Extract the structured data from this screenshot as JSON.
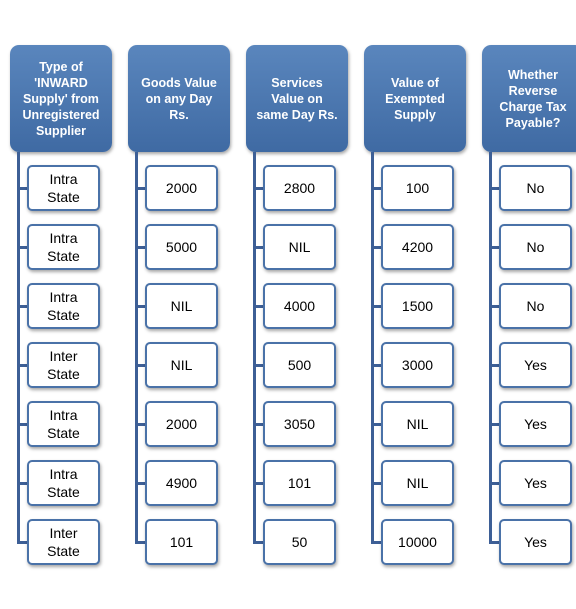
{
  "columns": [
    {
      "header": "Type of\n'INWARD\nSupply' from\nUnregistered\nSupplier",
      "cells": [
        "Intra\nState",
        "Intra\nState",
        "Intra\nState",
        "Inter\nState",
        "Intra\nState",
        "Intra\nState",
        "Inter\nState"
      ]
    },
    {
      "header": "Goods Value\non any Day\nRs.",
      "cells": [
        "2000",
        "5000",
        "NIL",
        "NIL",
        "2000",
        "4900",
        "101"
      ]
    },
    {
      "header": "Services\nValue on\nsame Day Rs.",
      "cells": [
        "2800",
        "NIL",
        "4000",
        "500",
        "3050",
        "101",
        "50"
      ]
    },
    {
      "header": "Value of\nExempted\nSupply",
      "cells": [
        "100",
        "4200",
        "1500",
        "3000",
        "NIL",
        "NIL",
        "10000"
      ]
    },
    {
      "header": "Whether\nReverse\nCharge Tax\nPayable?",
      "cells": [
        "No",
        "No",
        "No",
        "Yes",
        "Yes",
        "Yes",
        "Yes"
      ]
    }
  ],
  "colors": {
    "header_fill": "#4f7ab3",
    "connector": "#3d5f96",
    "cell_border": "#4a72a8"
  }
}
